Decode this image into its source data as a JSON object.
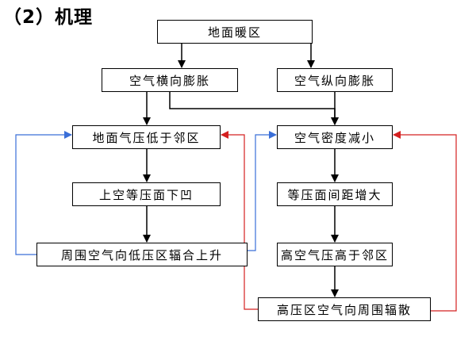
{
  "heading": "（2）机理",
  "nodes": {
    "top": "地面暖区",
    "horizontal_expand": "空气横向膨胀",
    "vertical_expand": "空气纵向膨胀",
    "surface_low": "地面气压低于邻区",
    "density_down": "空气密度减小",
    "upper_sag": "上空等压面下凹",
    "spacing_up": "等压面间距增大",
    "convergence": "周围空气向低压区辐合上升",
    "upper_high": "高空气压高于邻区",
    "divergence": "高压区空气向周围辐散"
  },
  "colors": {
    "arrow": "#000000",
    "feedback_left": "#3a6fd8",
    "feedback_right": "#d42020"
  }
}
